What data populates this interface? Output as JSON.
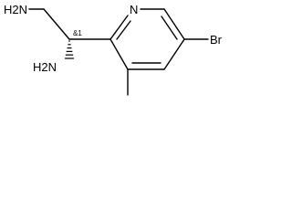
{
  "molecule": {
    "atoms": {
      "amine_top": "H2N",
      "amine_mid": "H2N",
      "stereo": "&1",
      "ring_nitrogen": "N",
      "bromine": "Br"
    }
  }
}
